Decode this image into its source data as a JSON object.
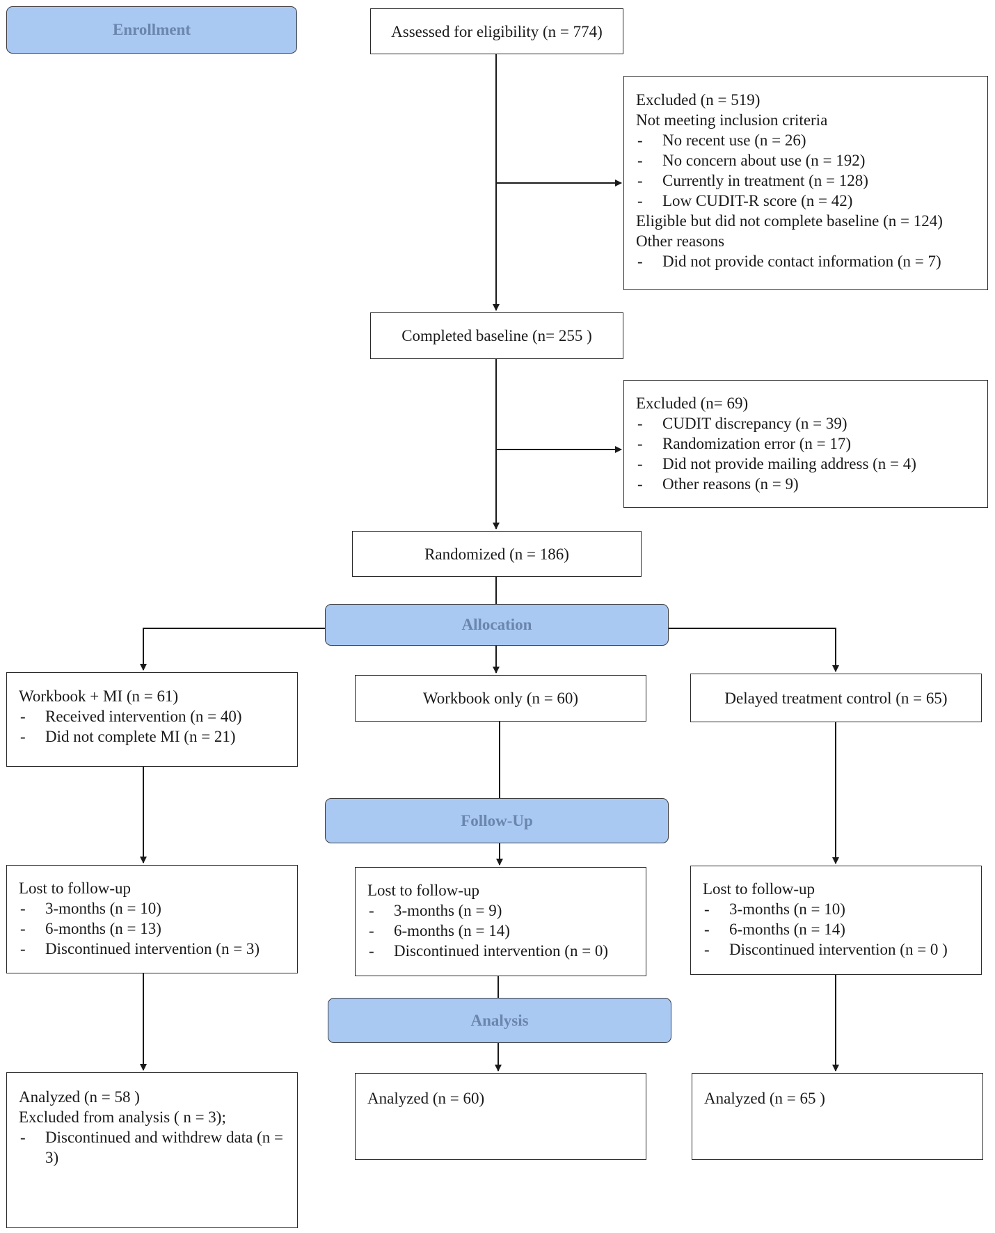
{
  "stages": {
    "enrollment": "Enrollment",
    "allocation": "Allocation",
    "follow_up": "Follow-Up",
    "analysis": "Analysis"
  },
  "assessed": "Assessed for eligibility  (n = 774)",
  "excluded1": {
    "title": "Excluded  (n = 519)",
    "subtitle": "Not meeting  inclusion  criteria",
    "items": [
      "No recent use (n = 26)",
      "No concern about use (n = 192)",
      "Currently in treatment (n = 128)",
      "Low CUDIT-R score (n = 42)"
    ],
    "eligible_line": "Eligible  but did not complete baseline (n = 124)",
    "other_title": "Other reasons",
    "other_items": [
      "Did not provide contact information (n = 7)"
    ]
  },
  "completed": "Completed baseline  (n= 255 )",
  "excluded2": {
    "title": "Excluded  (n= 69)",
    "items": [
      "CUDIT discrepancy (n = 39)",
      "Randomization error  (n = 17)",
      "Did not provide mailing  address (n = 4)",
      "Other reasons  (n = 9)"
    ]
  },
  "randomized": "Randomized  (n = 186)",
  "alloc_left": {
    "title": "Workbook + MI (n = 61)",
    "items": [
      "Received  intervention  (n = 40)",
      "Did not complete MI (n = 21)"
    ]
  },
  "alloc_mid": "Workbook only  (n = 60)",
  "alloc_right": "Delayed treatment control  (n = 65)",
  "lost_left": {
    "title": "Lost to follow-up",
    "items": [
      "3-months (n = 10)",
      "6-months (n = 13)",
      "Discontinued intervention  (n = 3)"
    ]
  },
  "lost_mid": {
    "title": "Lost to follow-up",
    "items": [
      "3-months  (n = 9)",
      "6-months  (n = 14)",
      "Discontinued intervention  (n = 0)"
    ]
  },
  "lost_right": {
    "title": "Lost to follow-up",
    "items": [
      "3-months (n = 10)",
      "6-months (n = 14)",
      "Discontinued  intervention  (n = 0 )"
    ]
  },
  "analyzed_left": {
    "title": "Analyzed  (n = 58 )",
    "excluded_line": "Excluded  from analysis ( n = 3);",
    "items": [
      "Discontinued and withdrew data (n = 3)"
    ]
  },
  "analyzed_mid": "Analyzed  (n =  60)",
  "analyzed_right": "Analyzed  (n = 65 )"
}
